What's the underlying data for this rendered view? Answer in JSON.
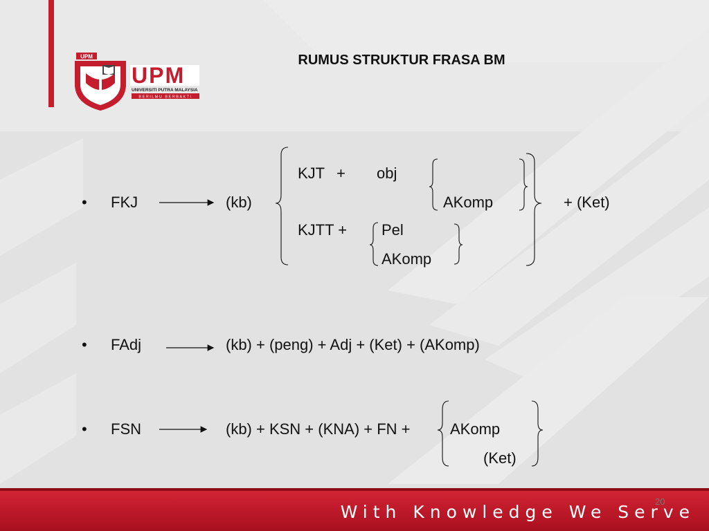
{
  "header": {
    "title": "RUMUS STRUKTUR FRASA BM",
    "logo": {
      "badge_text": "UPM",
      "wordmark": "UPM",
      "name": "UNIVERSITI PUTRA MALAYSIA",
      "motto": "BERILMU BERBAKTI"
    }
  },
  "rules": [
    {
      "label": "FKJ",
      "prefix": "(kb)",
      "kjt_verb": "KJT",
      "plus": "+",
      "kjt_obj": "obj",
      "kjt_akomp": "AKomp",
      "kjtt_verb": "KJTT +",
      "kjtt_pel": "Pel",
      "kjtt_akomp": "AKomp",
      "suffix": "+  (Ket)"
    },
    {
      "label": "FAdj",
      "formula": "(kb) + (peng) + Adj + (Ket) + (AKomp)"
    },
    {
      "label": "FSN",
      "formula": "(kb) + KSN + (KNA) + FN +",
      "opt1": "AKomp",
      "opt2": "(Ket)"
    }
  ],
  "bullet": "•",
  "footer": {
    "tagline": "With Knowledge We Serve",
    "page_number": "20"
  },
  "colors": {
    "accent_red": "#c41e2e",
    "background": "#dcdcdc"
  }
}
